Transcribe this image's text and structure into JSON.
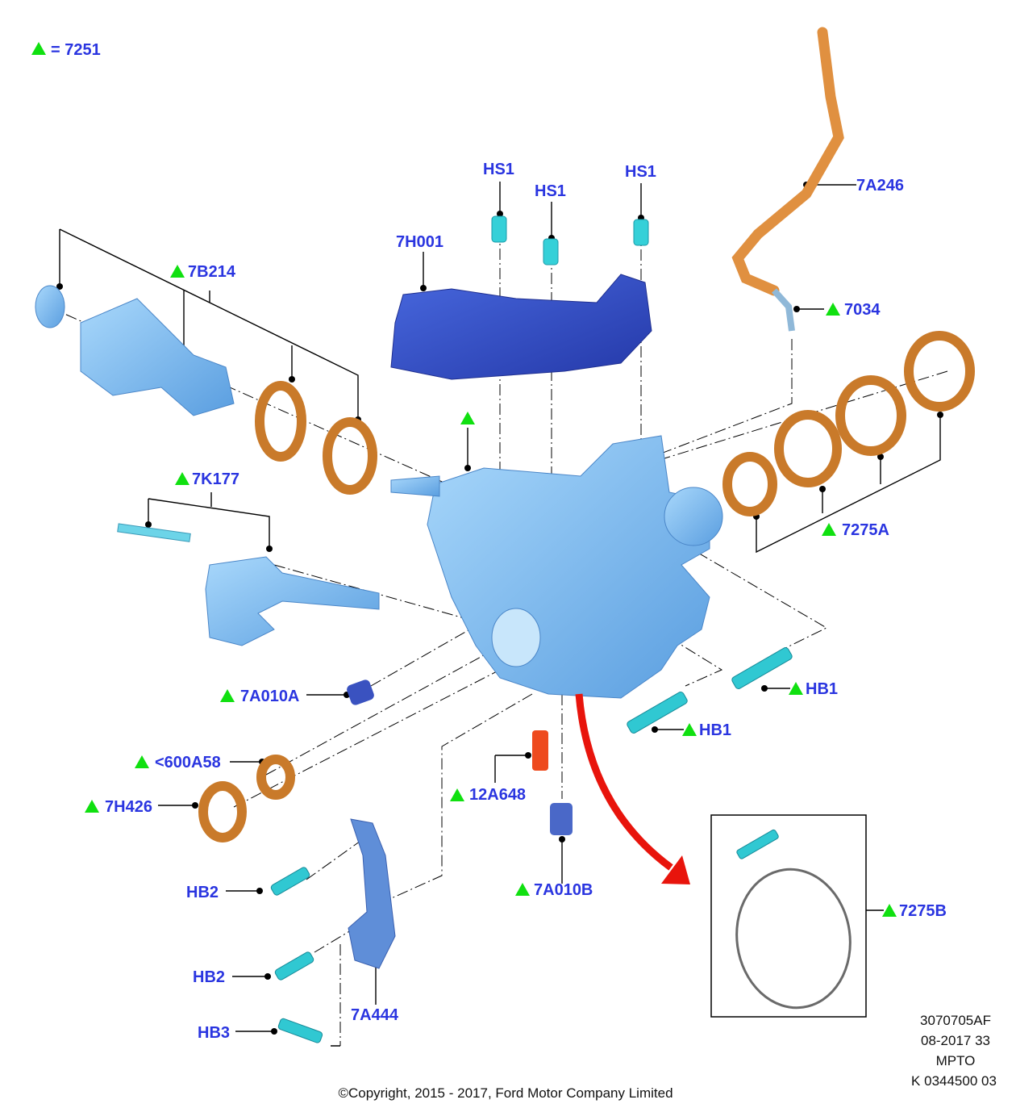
{
  "legend": {
    "symbol": "triangle",
    "equals": "= 7251"
  },
  "labels": {
    "hs1_a": "HS1",
    "hs1_b": "HS1",
    "hs1_c": "HS1",
    "p7h001": "7H001",
    "p7b214": "7B214",
    "p7a246": "7A246",
    "p7034": "7034",
    "p7k177": "7K177",
    "p7275a": "7275A",
    "p7a010a": "7A010A",
    "hb1_a": "HB1",
    "hb1_b": "HB1",
    "p600a58": "<600A58",
    "p7h426": "7H426",
    "p12a648": "12A648",
    "p7a010b": "7A010B",
    "p7275b": "7275B",
    "hb2_a": "HB2",
    "hb2_b": "HB2",
    "hb3": "HB3",
    "p7a444": "7A444"
  },
  "code_block": [
    "3070705AF",
    "08-2017 33",
    "MPTO",
    "K 0344500 03"
  ],
  "copyright": "©Copyright, 2015 - 2017, Ford Motor Company Limited",
  "colors": {
    "label": "#2a35e0",
    "triangle": "#10e010",
    "housing": "#7fbdf0",
    "cover": "#3553c8",
    "seal": "#c97a2a",
    "arrow": "#e8140c",
    "bolt": "#2ccfd6"
  }
}
